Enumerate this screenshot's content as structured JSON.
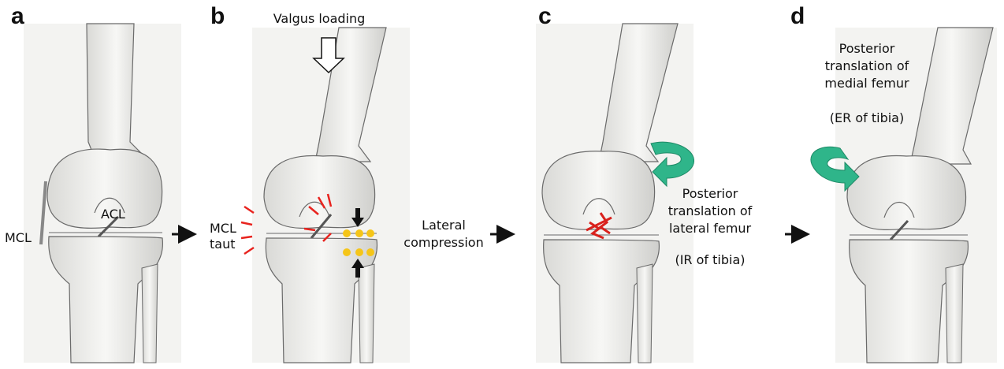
{
  "panels": [
    {
      "letter": "a"
    },
    {
      "letter": "b"
    },
    {
      "letter": "c"
    },
    {
      "letter": "d"
    }
  ],
  "labels": {
    "a_mcl": "MCL",
    "a_acl": "ACL",
    "b_valgus": "Valgus loading",
    "b_mcl_line1": "MCL",
    "b_mcl_line2": "taut",
    "b_lateral_line1": "Lateral",
    "b_lateral_line2": "compression",
    "c_post_line1": "Posterior",
    "c_post_line2": "translation of",
    "c_post_line3": "lateral femur",
    "c_ir": "(IR of  tibia)",
    "d_post_line1": "Posterior",
    "d_post_line2": "translation of",
    "d_post_line3": "medial femur",
    "d_er": "(ER of  tibia)"
  },
  "colors": {
    "ligament_strain": "#e8231e",
    "compression": "#f5c518",
    "rotation_arrow": "#2fb58a",
    "bone_fill": "#eeeeec",
    "bone_stroke": "#6a6a6a",
    "acl_tear": "#d9211c"
  }
}
